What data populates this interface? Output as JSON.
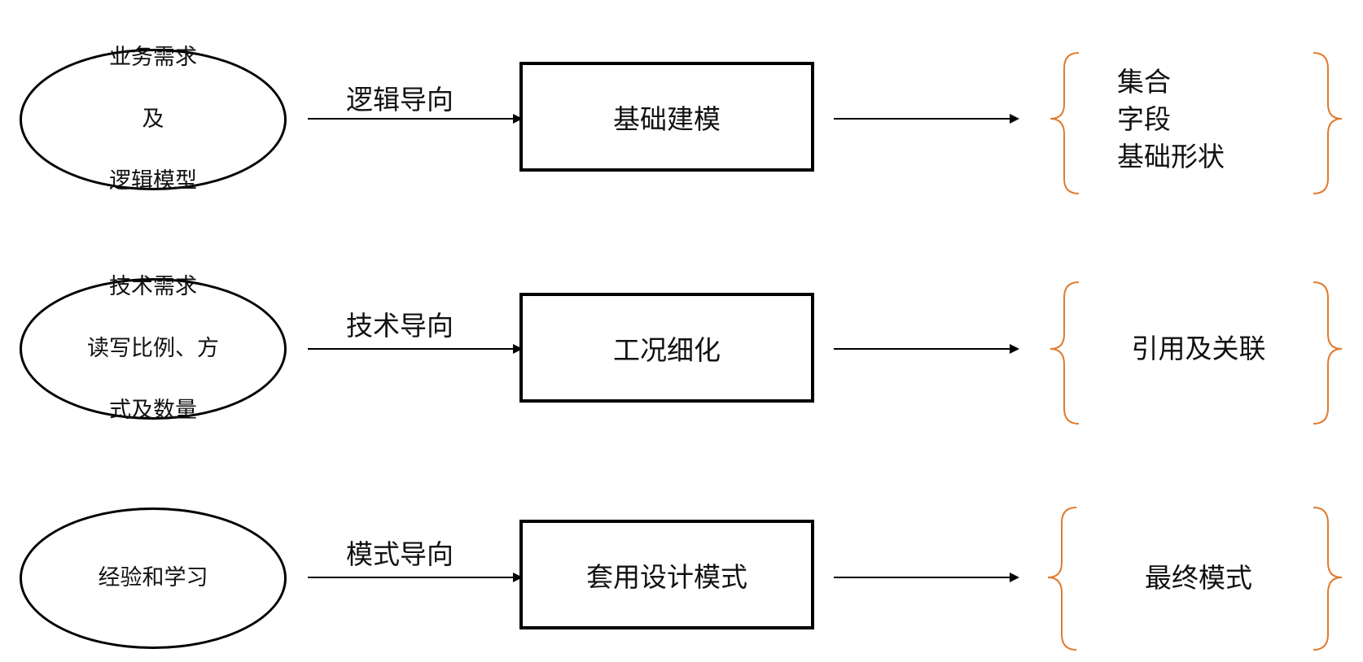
{
  "rows": [
    {
      "source_lines": [
        "业务需求",
        "及",
        "逻辑模型"
      ],
      "arrow_label": "逻辑导向",
      "process": "基础建模",
      "results": [
        "集合",
        "字段",
        "基础形状"
      ]
    },
    {
      "source_lines": [
        "技术需求",
        "读写比例、方",
        "式及数量"
      ],
      "arrow_label": "技术导向",
      "process": "工况细化",
      "results": [
        "引用及关联"
      ]
    },
    {
      "source_lines": [
        "经验和学习"
      ],
      "arrow_label": "模式导向",
      "process": "套用设计模式",
      "results": [
        "最终模式"
      ]
    }
  ],
  "colors": {
    "line": "#000000",
    "bracket": "#e07b2e"
  }
}
